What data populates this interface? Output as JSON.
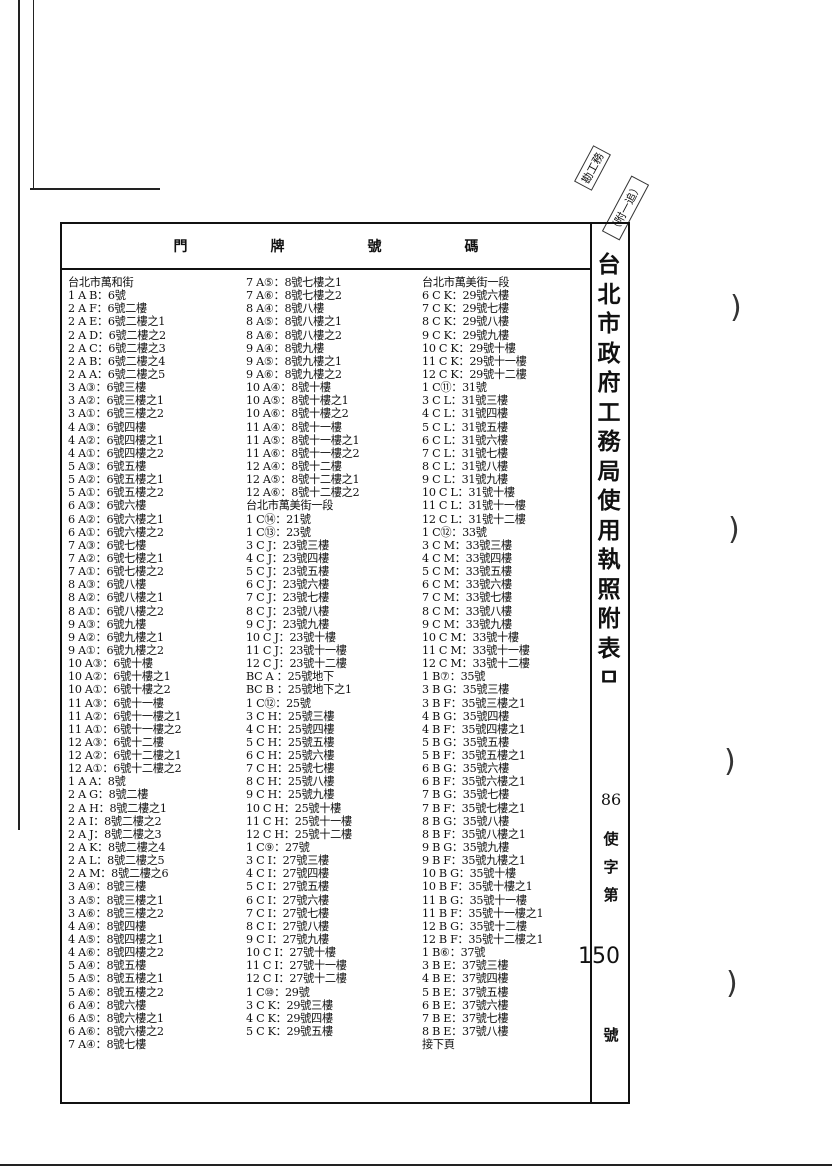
{
  "header": {
    "cols": [
      "門",
      "牌",
      "號",
      "碼"
    ]
  },
  "columns": [
    [
      "台北市萬和街",
      "1 A B：6號",
      "2 A F：6號二樓",
      "2 A E：6號二樓之1",
      "2 A D：6號二樓之2",
      "2 A C：6號二樓之3",
      "2 A B：6號二樓之4",
      "2 A A：6號二樓之5",
      "3 A③：6號三樓",
      "3 A②：6號三樓之1",
      "3 A①：6號三樓之2",
      "4 A③：6號四樓",
      "4 A②：6號四樓之1",
      "4 A①：6號四樓之2",
      "5 A③：6號五樓",
      "5 A②：6號五樓之1",
      "5 A①：6號五樓之2",
      "6 A③：6號六樓",
      "6 A②：6號六樓之1",
      "6 A①：6號六樓之2",
      "7 A③：6號七樓",
      "7 A②：6號七樓之1",
      "7 A①：6號七樓之2",
      "8 A③：6號八樓",
      "8 A②：6號八樓之1",
      "8 A①：6號八樓之2",
      "9 A③：6號九樓",
      "9 A②：6號九樓之1",
      "9 A①：6號九樓之2",
      "10 A③：6號十樓",
      "10 A②：6號十樓之1",
      "10 A①：6號十樓之2",
      "11 A③：6號十一樓",
      "11 A②：6號十一樓之1",
      "11 A①：6號十一樓之2",
      "12 A③：6號十二樓",
      "12 A②：6號十二樓之1",
      "12 A①：6號十二樓之2",
      "1 A A：8號",
      "2 A G：8號二樓",
      "2 A H：8號二樓之1",
      "2 A I：8號二樓之2",
      "2 A J：8號二樓之3",
      "2 A K：8號二樓之4",
      "2 A L：8號二樓之5",
      "2 A M：8號二樓之6",
      "3 A④：8號三樓",
      "3 A⑤：8號三樓之1",
      "3 A⑥：8號三樓之2",
      "4 A④：8號四樓",
      "4 A⑤：8號四樓之1",
      "4 A⑥：8號四樓之2",
      "5 A④：8號五樓",
      "5 A⑤：8號五樓之1",
      "5 A⑥：8號五樓之2",
      "6 A④：8號六樓",
      "6 A⑤：8號六樓之1",
      "6 A⑥：8號六樓之2",
      "7 A④：8號七樓"
    ],
    [
      "7 A⑤：8號七樓之1",
      "7 A⑥：8號七樓之2",
      "8 A④：8號八樓",
      "8 A⑤：8號八樓之1",
      "8 A⑥：8號八樓之2",
      "9 A④：8號九樓",
      "9 A⑤：8號九樓之1",
      "9 A⑥：8號九樓之2",
      "10 A④：8號十樓",
      "10 A⑤：8號十樓之1",
      "10 A⑥：8號十樓之2",
      "11 A④：8號十一樓",
      "11 A⑤：8號十一樓之1",
      "11 A⑥：8號十一樓之2",
      "12 A④：8號十二樓",
      "12 A⑤：8號十二樓之1",
      "12 A⑥：8號十二樓之2",
      "台北市萬美街一段",
      "1 C⑭：21號",
      "1 C⑬：23號",
      "3 C J：23號三樓",
      "4 C J：23號四樓",
      "5 C J：23號五樓",
      "6 C J：23號六樓",
      "7 C J：23號七樓",
      "8 C J：23號八樓",
      "9 C J：23號九樓",
      "10 C J：23號十樓",
      "11 C J：23號十一樓",
      "12 C J：23號十二樓",
      "BC A ：25號地下",
      "BC B ：25號地下之1",
      "1 C⑫：25號",
      "3 C H：25號三樓",
      "4 C H：25號四樓",
      "5 C H：25號五樓",
      "6 C H：25號六樓",
      "7 C H：25號七樓",
      "8 C H：25號八樓",
      "9 C H：25號九樓",
      "10 C H：25號十樓",
      "11 C H：25號十一樓",
      "12 C H：25號十二樓",
      "1 C⑨：27號",
      "3 C I：27號三樓",
      "4 C I：27號四樓",
      "5 C I：27號五樓",
      "6 C I：27號六樓",
      "7 C I：27號七樓",
      "8 C I：27號八樓",
      "9 C I：27號九樓",
      "10 C I：27號十樓",
      "11 C I：27號十一樓",
      "12 C I：27號十二樓",
      "1 C⑩：29號",
      "3 C K：29號三樓",
      "4 C K：29號四樓",
      "5 C K：29號五樓"
    ],
    [
      "台北市萬美街一段",
      "6 C K：29號六樓",
      "7 C K：29號七樓",
      "8 C K：29號八樓",
      "9 C K：29號九樓",
      "10 C K：29號十樓",
      "11 C K：29號十一樓",
      "12 C K：29號十二樓",
      "1 C⑪：31號",
      "3 C L：31號三樓",
      "4 C L：31號四樓",
      "5 C L：31號五樓",
      "6 C L：31號六樓",
      "7 C L：31號七樓",
      "8 C L：31號八樓",
      "9 C L：31號九樓",
      "10 C L：31號十樓",
      "11 C L：31號十一樓",
      "12 C L：31號十二樓",
      "1 C⑫：33號",
      "3 C M：33號三樓",
      "4 C M：33號四樓",
      "5 C M：33號五樓",
      "6 C M：33號六樓",
      "7 C M：33號七樓",
      "8 C M：33號八樓",
      "9 C M：33號九樓",
      "10 C M：33號十樓",
      "11 C M：33號十一樓",
      "12 C M：33號十二樓",
      "1 B⑦：35號",
      "3 B G：35號三樓",
      "3 B F：35號三樓之1",
      "4 B G：35號四樓",
      "4 B F：35號四樓之1",
      "5 B G：35號五樓",
      "5 B F：35號五樓之1",
      "6 B G：35號六樓",
      "6 B F：35號六樓之1",
      "7 B G：35號七樓",
      "7 B F：35號七樓之1",
      "8 B G：35號八樓",
      "8 B F：35號八樓之1",
      "9 B G：35號九樓",
      "9 B F：35號九樓之1",
      "10 B G：35號十樓",
      "10 B F：35號十樓之1",
      "11 B G：35號十一樓",
      "11 B F：35號十一樓之1",
      "12 B G：35號十二樓",
      "12 B F：35號十二樓之1",
      "1 B⑥：37號",
      "3 B E：37號三樓",
      "4 B E：37號四樓",
      "5 B E：37號五樓",
      "6 B E：37號六樓",
      "7 B E：37號七樓",
      "8 B E：37號八樓",
      "接下頁"
    ]
  ],
  "side": {
    "title_chars": [
      "台",
      "北",
      "市",
      "政",
      "府",
      "工",
      "務",
      "局",
      "使",
      "用",
      "執",
      "照",
      "附",
      "表",
      "ㅁ"
    ],
    "year": "86",
    "shi": "使",
    "zi": "字",
    "di": "第",
    "number": "150",
    "hao": "號"
  },
  "stamp": {
    "line1": "勘工務",
    "line2": "（附一追）"
  }
}
